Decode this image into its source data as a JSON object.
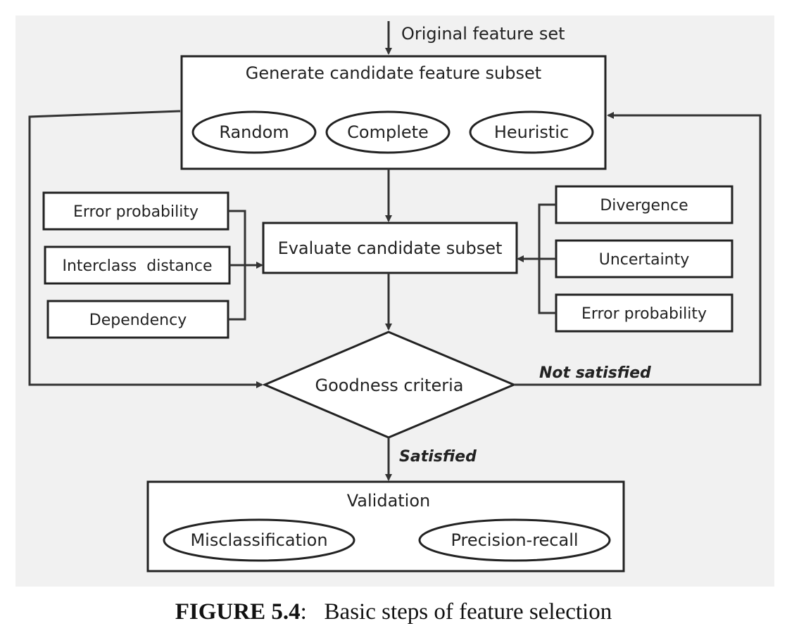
{
  "input_label": "Original feature set",
  "generate": {
    "title": "Generate candidate feature subset",
    "options": [
      "Random",
      "Complete",
      "Heuristic"
    ]
  },
  "evaluate": {
    "title": "Evaluate candidate subset",
    "left_measures": [
      "Error probability",
      "Interclass  distance",
      "Dependency"
    ],
    "right_measures": [
      "Divergence",
      "Uncertainty",
      "Error probability"
    ]
  },
  "decision": {
    "label": "Goodness criteria",
    "not_satisfied": "Not satisfied",
    "satisfied": "Satisfied"
  },
  "validation": {
    "title": "Validation",
    "options": [
      "Misclassification",
      "Precision-recall"
    ]
  },
  "caption": {
    "label": "FIGURE 5.4",
    "text": "Basic steps of feature selection"
  }
}
